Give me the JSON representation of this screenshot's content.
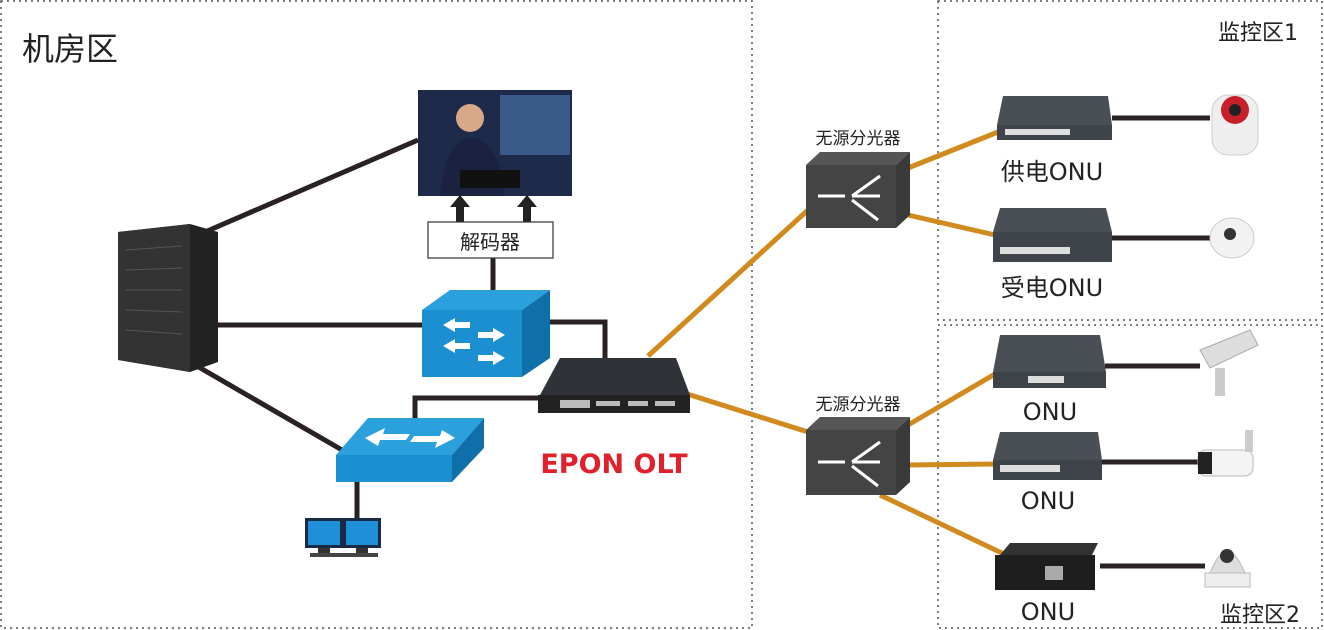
{
  "zones": {
    "machine_room": "机房区",
    "monitor_zone_1": "监控区1",
    "monitor_zone_2": "监控区2"
  },
  "devices": {
    "decoder": "解码器",
    "olt": "EPON OLT",
    "splitter_1": "无源分光器",
    "splitter_2": "无源分光器",
    "onu_powered": "供电ONU",
    "onu_receiving": "受电ONU",
    "onu_3": "ONU",
    "onu_4": "ONU",
    "onu_5": "ONU"
  },
  "colors": {
    "fiber": "#d08a1e",
    "copper": "#2a2222",
    "switch_blue": "#1b8fcf",
    "olt_label": "#e0202a",
    "device_gray": "#4a4f55"
  }
}
